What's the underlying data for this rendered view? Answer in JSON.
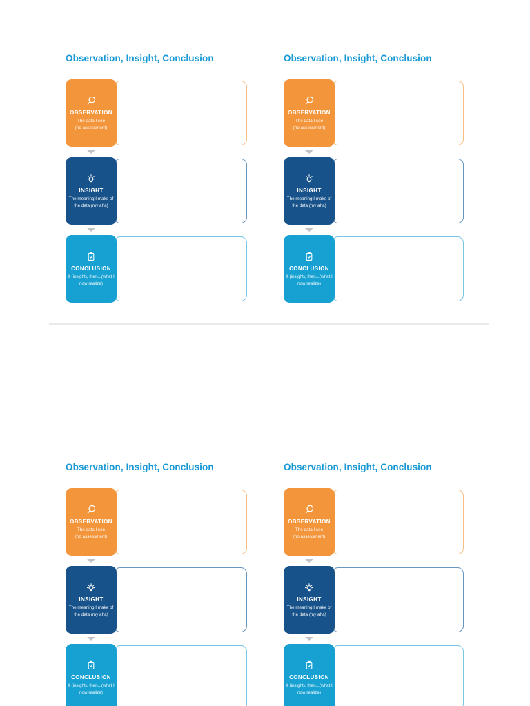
{
  "document": {
    "background_color": "#ffffff",
    "divider_color": "#e9e9e9",
    "worksheet": {
      "title": "Observation, Insight, Conclusion",
      "title_color": "#1899d5",
      "arrow_color": "#bfc2c6",
      "rows": [
        {
          "label": "OBSERVATION",
          "description_lines": [
            "The data I see",
            "(no assessment)"
          ],
          "icon": "magnifier-icon",
          "card_color": "#f3953a",
          "box_border_color": "#f7be82"
        },
        {
          "label": "INSIGHT",
          "description_lines": [
            "The meaning I make of",
            "the data (my aha)"
          ],
          "icon": "lightbulb-icon",
          "card_color": "#17538a",
          "box_border_color": "#6695c2"
        },
        {
          "label": "CONCLUSION",
          "description_lines": [
            "If (insight), then...(what I",
            "now realize)"
          ],
          "icon": "clipboard-check-icon",
          "card_color": "#16a1d2",
          "box_border_color": "#77c6e5"
        }
      ]
    }
  }
}
